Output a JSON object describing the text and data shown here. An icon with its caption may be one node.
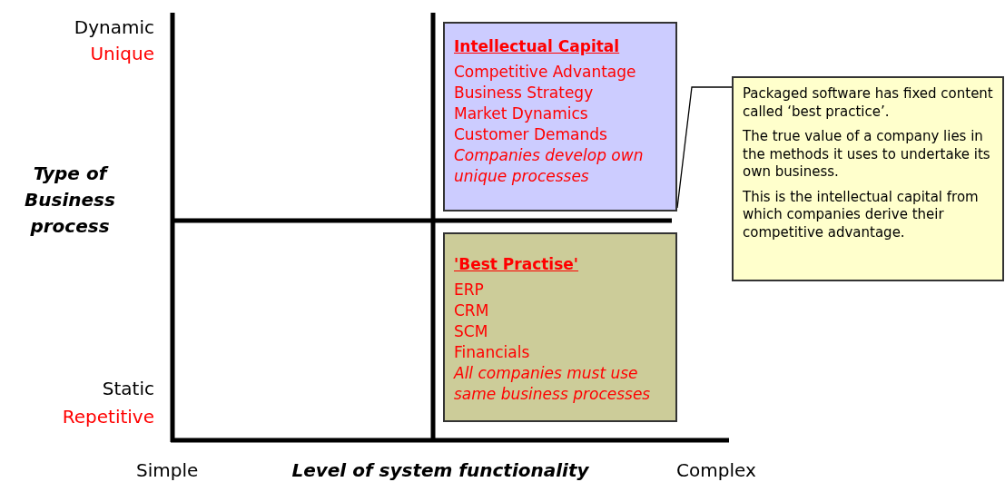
{
  "diagram": {
    "nodes": [
      {
        "text": [
          "Intellectual Capital",
          "Competitive Advantage",
          "Business Strategy",
          "Market Dynamics",
          "Customer Demands",
          "Companies develop own unique processes"
        ]
      },
      {
        "text": [
          "'Best Practise'",
          "ERP",
          "CRM",
          "SCM",
          "Financials",
          "All companies must use same business processes"
        ]
      },
      {
        "text": [
          "Packaged software has fixed content called ‘best practice’.",
          "The true value of a company lies in the methods it uses to undertake its own business.",
          "This is the intellectual capital from which companies derive their competitive advantage."
        ]
      }
    ],
    "edges": [
      {
        "from": 2,
        "to": 0,
        "arrow": "none"
      }
    ],
    "labels": [
      "Dynamic",
      "Unique",
      "Type of Business process",
      "Static",
      "Repetitive",
      "Simple",
      "Level of system functionality",
      "Complex"
    ]
  }
}
